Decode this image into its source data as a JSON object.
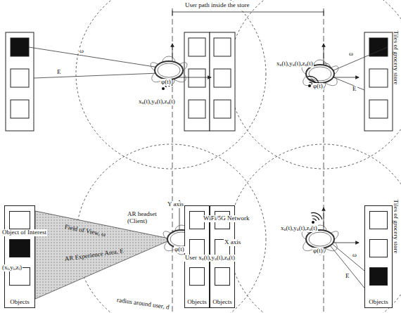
{
  "diagram": {
    "nodes": [
      {
        "text": [
          "Objects"
        ]
      },
      {
        "text": [
          "Objects"
        ]
      },
      {
        "text": [
          "Objects"
        ]
      },
      {
        "text": [
          "Objects"
        ]
      }
    ],
    "labels": [
      "User path inside the store",
      "φ(t)",
      "ω",
      "E",
      "xᵤ(t),yᵤ(t),zᵤ(t)",
      "φ(t)",
      "ω",
      "E",
      "xᵤ(t),yᵤ(t),zᵤ(t)",
      "Tiles of grocery store",
      "Object of Interest",
      "(xᵢ,yᵢ,zᵢ)",
      "Field of View, ω",
      "AR Experience Area, E",
      "AR headset (Client)",
      "Y axis",
      "X axis",
      "WiFi/5G Network",
      "φ(t)",
      "User xᵤ(t),yᵤ(t),zᵤ(t)",
      "radius around user, d",
      "φ(t)",
      "xᵤ(t),yᵤ(t),zᵤ(t)",
      "E",
      "ω",
      "Tiles of grocery store"
    ]
  }
}
